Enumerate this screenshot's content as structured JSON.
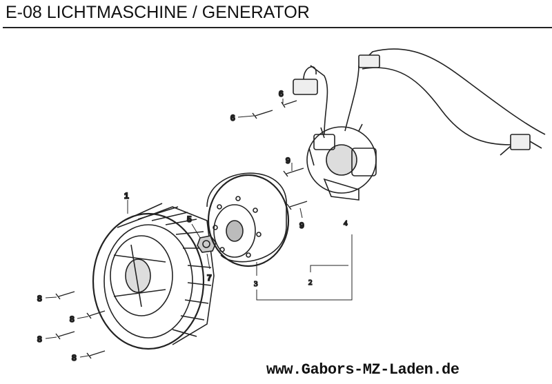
{
  "header": {
    "title": "E-08 LICHTMASCHINE / GENERATOR"
  },
  "diagram": {
    "callouts": {
      "fan": "1",
      "generator_assy": "2",
      "rotor": "3",
      "stator": "4",
      "nut": "5",
      "bolt_6a": "6",
      "bolt_6b": "6",
      "washer": "7",
      "bolt_8a": "8",
      "bolt_8b": "8",
      "bolt_8c": "8",
      "bolt_8d": "8",
      "bolt_9a": "9",
      "bolt_9b": "9"
    }
  },
  "footer": {
    "website": "www.Gabors-MZ-Laden.de"
  }
}
